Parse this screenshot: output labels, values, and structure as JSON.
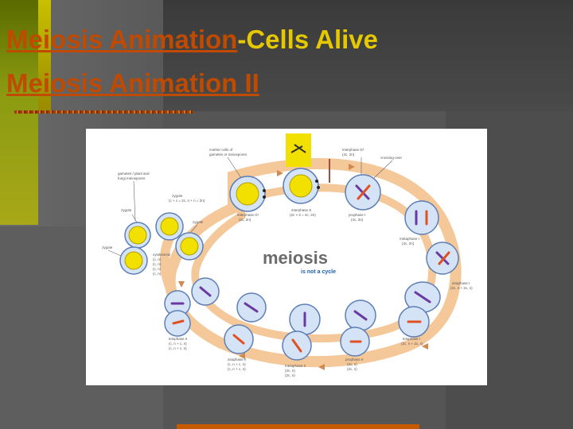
{
  "slide": {
    "title_line1_link": "Meiosis Animation",
    "title_line1_rest": "-Cells Alive",
    "title_line2_link": "Meiosis Animation II"
  },
  "diagram": {
    "center_title": "meiosis",
    "center_subtitle": "is not a cycle",
    "labels": {
      "mother_cells_1": "mother cells of",
      "mother_cells_2": "gametes or meiospores",
      "interphase_g2": "interphase G²",
      "interphase_g2_val": "(4c, 2n)",
      "crossing_over": "crossing-over",
      "gametes_1": "gametes / plant and",
      "gametes_2": "fungi meiospores",
      "zygote_a": "zygote",
      "zygote_a_val": "(c + c = 2c, n + n = 2n)",
      "zygote_b": "zygote",
      "zygote_c": "zygote",
      "zygote_d": "zygote",
      "interphase_g1": "interphase G¹",
      "interphase_g1_val": "(2c, 2n)",
      "interphase_s": "interphase S",
      "interphase_s_val": "(2c × 2 = 4c, 2n)",
      "prophase_1": "prophase I",
      "prophase_1_val": "(4c, 2n)",
      "metaphase_1": "metaphase I",
      "metaphase_1_val": "(4c, 2n)",
      "cytokinesis": "cytokinesis",
      "cyto_v1": "(c, n)",
      "cyto_v2": "(c, n)",
      "cyto_v3": "(c, n)",
      "cyto_v4": "(c, n)",
      "anaphase_1": "anaphase I",
      "anaphase_1_val": "(2c, n + 2c, n)",
      "telophase_2": "telophase II",
      "telophase_2_v1": "(c, n + c, n)",
      "telophase_2_v2": "(c, n + c, n)",
      "telophase_1": "telophase I",
      "telophase_1_val": "(2c, n + 2c, n)",
      "anaphase_2": "anaphase II",
      "anaphase_2_v1": "(c, n + c, n)",
      "anaphase_2_v2": "(c, n + c, n)",
      "metaphase_2": "metaphase II",
      "metaphase_2_v1": "(2c, n)",
      "metaphase_2_v2": "(2c, n)",
      "prophase_2": "prophase II",
      "prophase_2_v1": "(2c, n)",
      "prophase_2_v2": "(2c, n)"
    }
  },
  "colors": {
    "title_link": "#c04a00",
    "title_plain": "#e6c800",
    "track": "#f5c89a",
    "cell_fill": "#d5e3f7",
    "cell_edge": "#5e7fb5",
    "nucleus": "#f2e100",
    "brand_grey": "#6b6b6b",
    "brand_blue": "#1b5fae"
  }
}
